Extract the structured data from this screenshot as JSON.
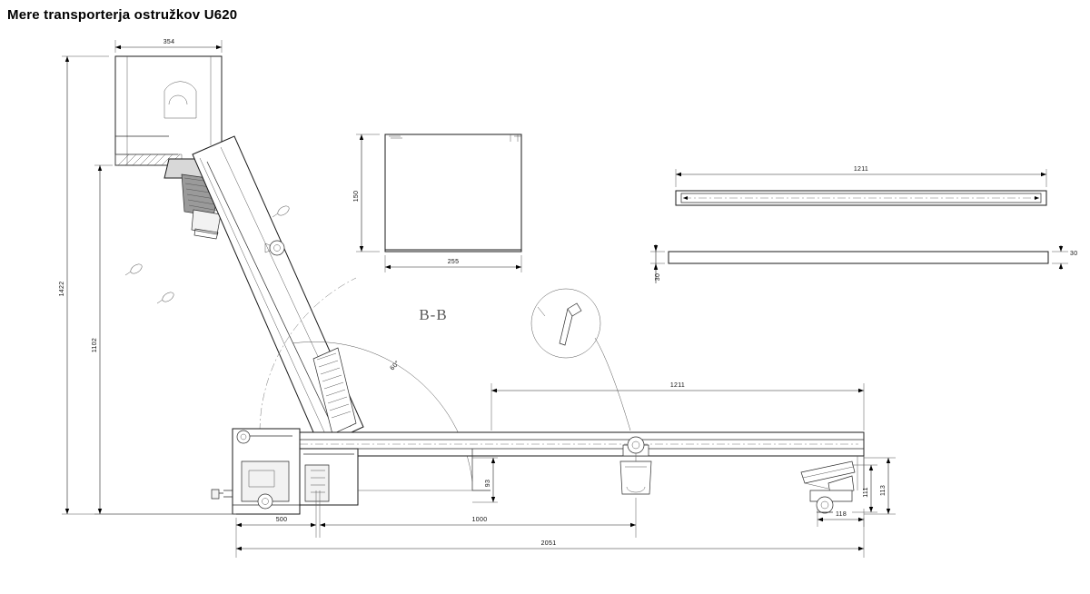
{
  "title": "Mere transporterja ostružkov U620",
  "drawing": {
    "section_label": "B-B",
    "angle_label": "60°",
    "dimensions": {
      "hopper_width": "354",
      "overall_height": "1422",
      "incline_height": "1102",
      "section_height": "150",
      "section_width": "255",
      "bar_length": "1211",
      "bar_thickness_left": "30",
      "bar_thickness_right": "30",
      "bed_length": "1211",
      "base_front": "500",
      "base_mid": "1000",
      "overall_length": "2051",
      "frame_height": "93",
      "wheel_height_inner": "111",
      "wheel_height_outer": "113",
      "wheel_offset": "118"
    }
  },
  "icons": {
    "detail_circle": "detail-callout-circle",
    "weld_marks": "weld-symbol"
  }
}
